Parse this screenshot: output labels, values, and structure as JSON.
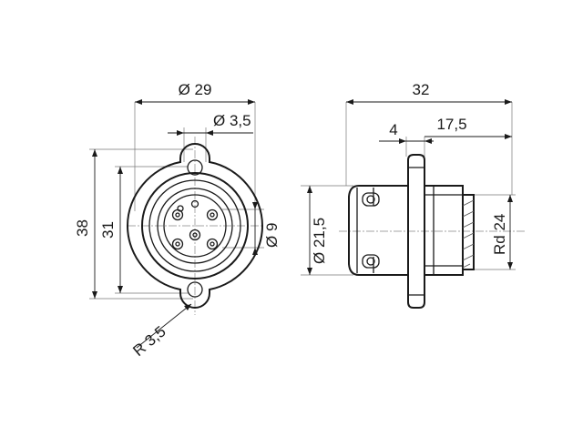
{
  "front_view": {
    "dim_outer_diameter": "Ø 29",
    "dim_hole_diameter": "Ø 3,5",
    "dim_height_total": "38",
    "dim_hole_spacing": "31",
    "dim_bore": "Ø 9",
    "dim_radius": "R 3,5"
  },
  "side_view": {
    "dim_length": "32",
    "dim_flange_thickness": "4",
    "dim_rear_length": "17,5",
    "dim_front_diameter": "Ø 21,5",
    "dim_thread": "Rd 24"
  }
}
